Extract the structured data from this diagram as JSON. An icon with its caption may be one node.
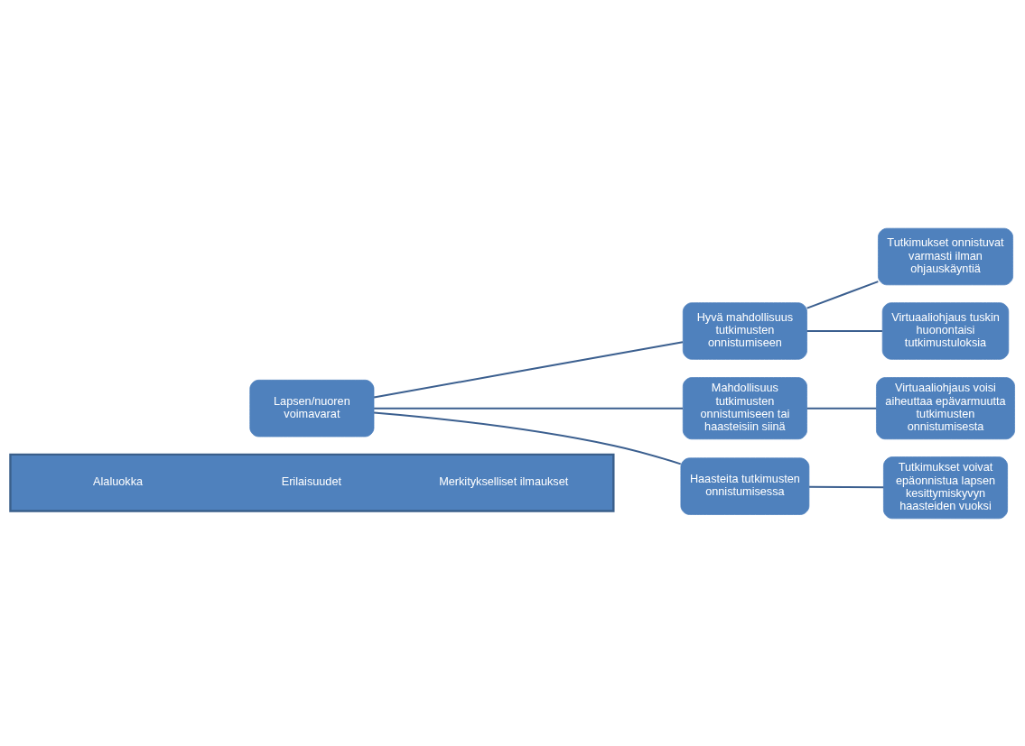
{
  "diagram": {
    "nodes": [
      {
        "text": [
          "Alaluokka",
          "Erilaisuudet",
          "Merkitykselliset ilmaukset"
        ]
      },
      {
        "text": [
          "Lapsen/nuoren voimavarat"
        ]
      },
      {
        "text": [
          "Hyvä mahdollisuus tutkimusten onnistumiseen"
        ]
      },
      {
        "text": [
          "Tutkimukset onnistuvat varmasti ilman ohjauskäyntiä"
        ]
      },
      {
        "text": [
          "Virtuaaliohjaus tuskin huonontaisi tutkimustuloksia"
        ]
      },
      {
        "text": [
          "Mahdollisuus tutkimusten onnistumiseen tai haasteisiin siinä"
        ]
      },
      {
        "text": [
          "Virtuaaliohjaus voisi aiheuttaa epävarmuutta tutkimusten onnistumisesta"
        ]
      },
      {
        "text": [
          "Haasteita tutkimusten onnistumisessa"
        ]
      },
      {
        "text": [
          "Tutkimukset voivat epäonnistua lapsen kesittymiskyvyn haasteiden vuoksi"
        ]
      }
    ],
    "edges": [
      {
        "from": 1,
        "to": 2,
        "arrow": "none"
      },
      {
        "from": 1,
        "to": 5,
        "arrow": "none"
      },
      {
        "from": 1,
        "to": 7,
        "arrow": "none"
      },
      {
        "from": 2,
        "to": 3,
        "arrow": "none"
      },
      {
        "from": 2,
        "to": 4,
        "arrow": "none"
      },
      {
        "from": 5,
        "to": 6,
        "arrow": "none"
      },
      {
        "from": 7,
        "to": 8,
        "arrow": "none"
      }
    ]
  }
}
